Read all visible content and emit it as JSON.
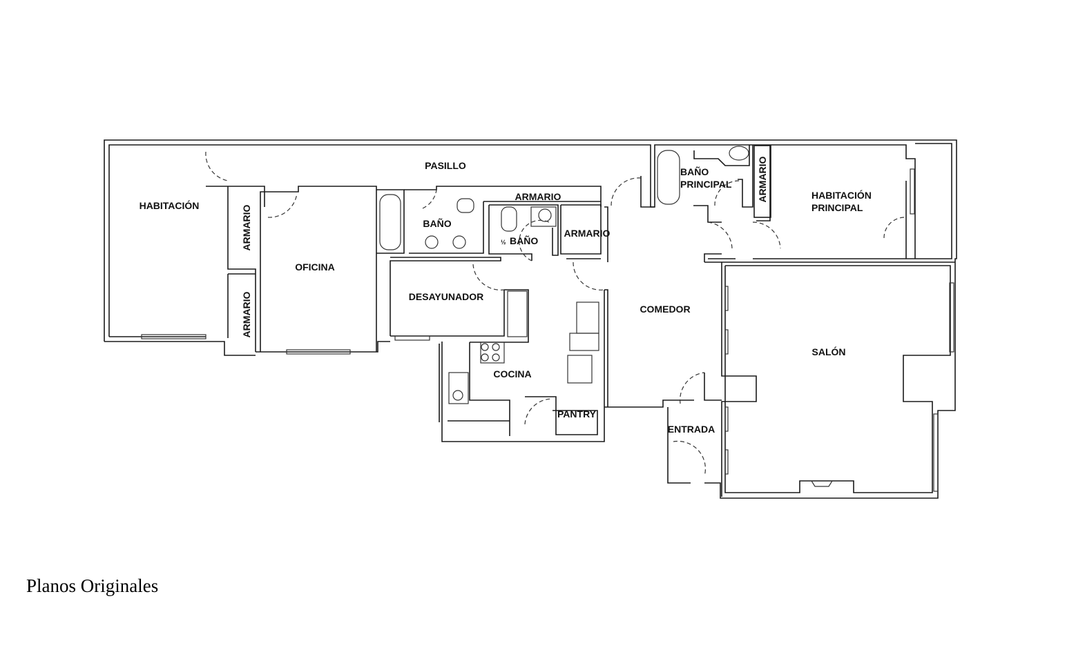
{
  "plan": {
    "rooms": {
      "pasillo": "PASILLO",
      "habitacion": "HABITACIÓN",
      "armario_1": "ARMARIO",
      "armario_2": "ARMARIO",
      "oficina": "OFICINA",
      "bano": "BAÑO",
      "armario_3": "ARMARIO",
      "medio_bano_fraction": "½",
      "medio_bano": "BAÑO",
      "armario_4": "ARMARIO",
      "desayunador": "DESAYUNADOR",
      "cocina": "COCINA",
      "pantry": "PANTRY",
      "comedor": "COMEDOR",
      "bano_principal_1": "BAÑO",
      "bano_principal_2": "PRINCIPAL",
      "armario_5": "ARMARIO",
      "habitacion_principal_1": "HABITACIÓN",
      "habitacion_principal_2": "PRINCIPAL",
      "salon": "SALÓN",
      "entrada": "ENTRADA"
    }
  },
  "caption": "Planos Originales"
}
